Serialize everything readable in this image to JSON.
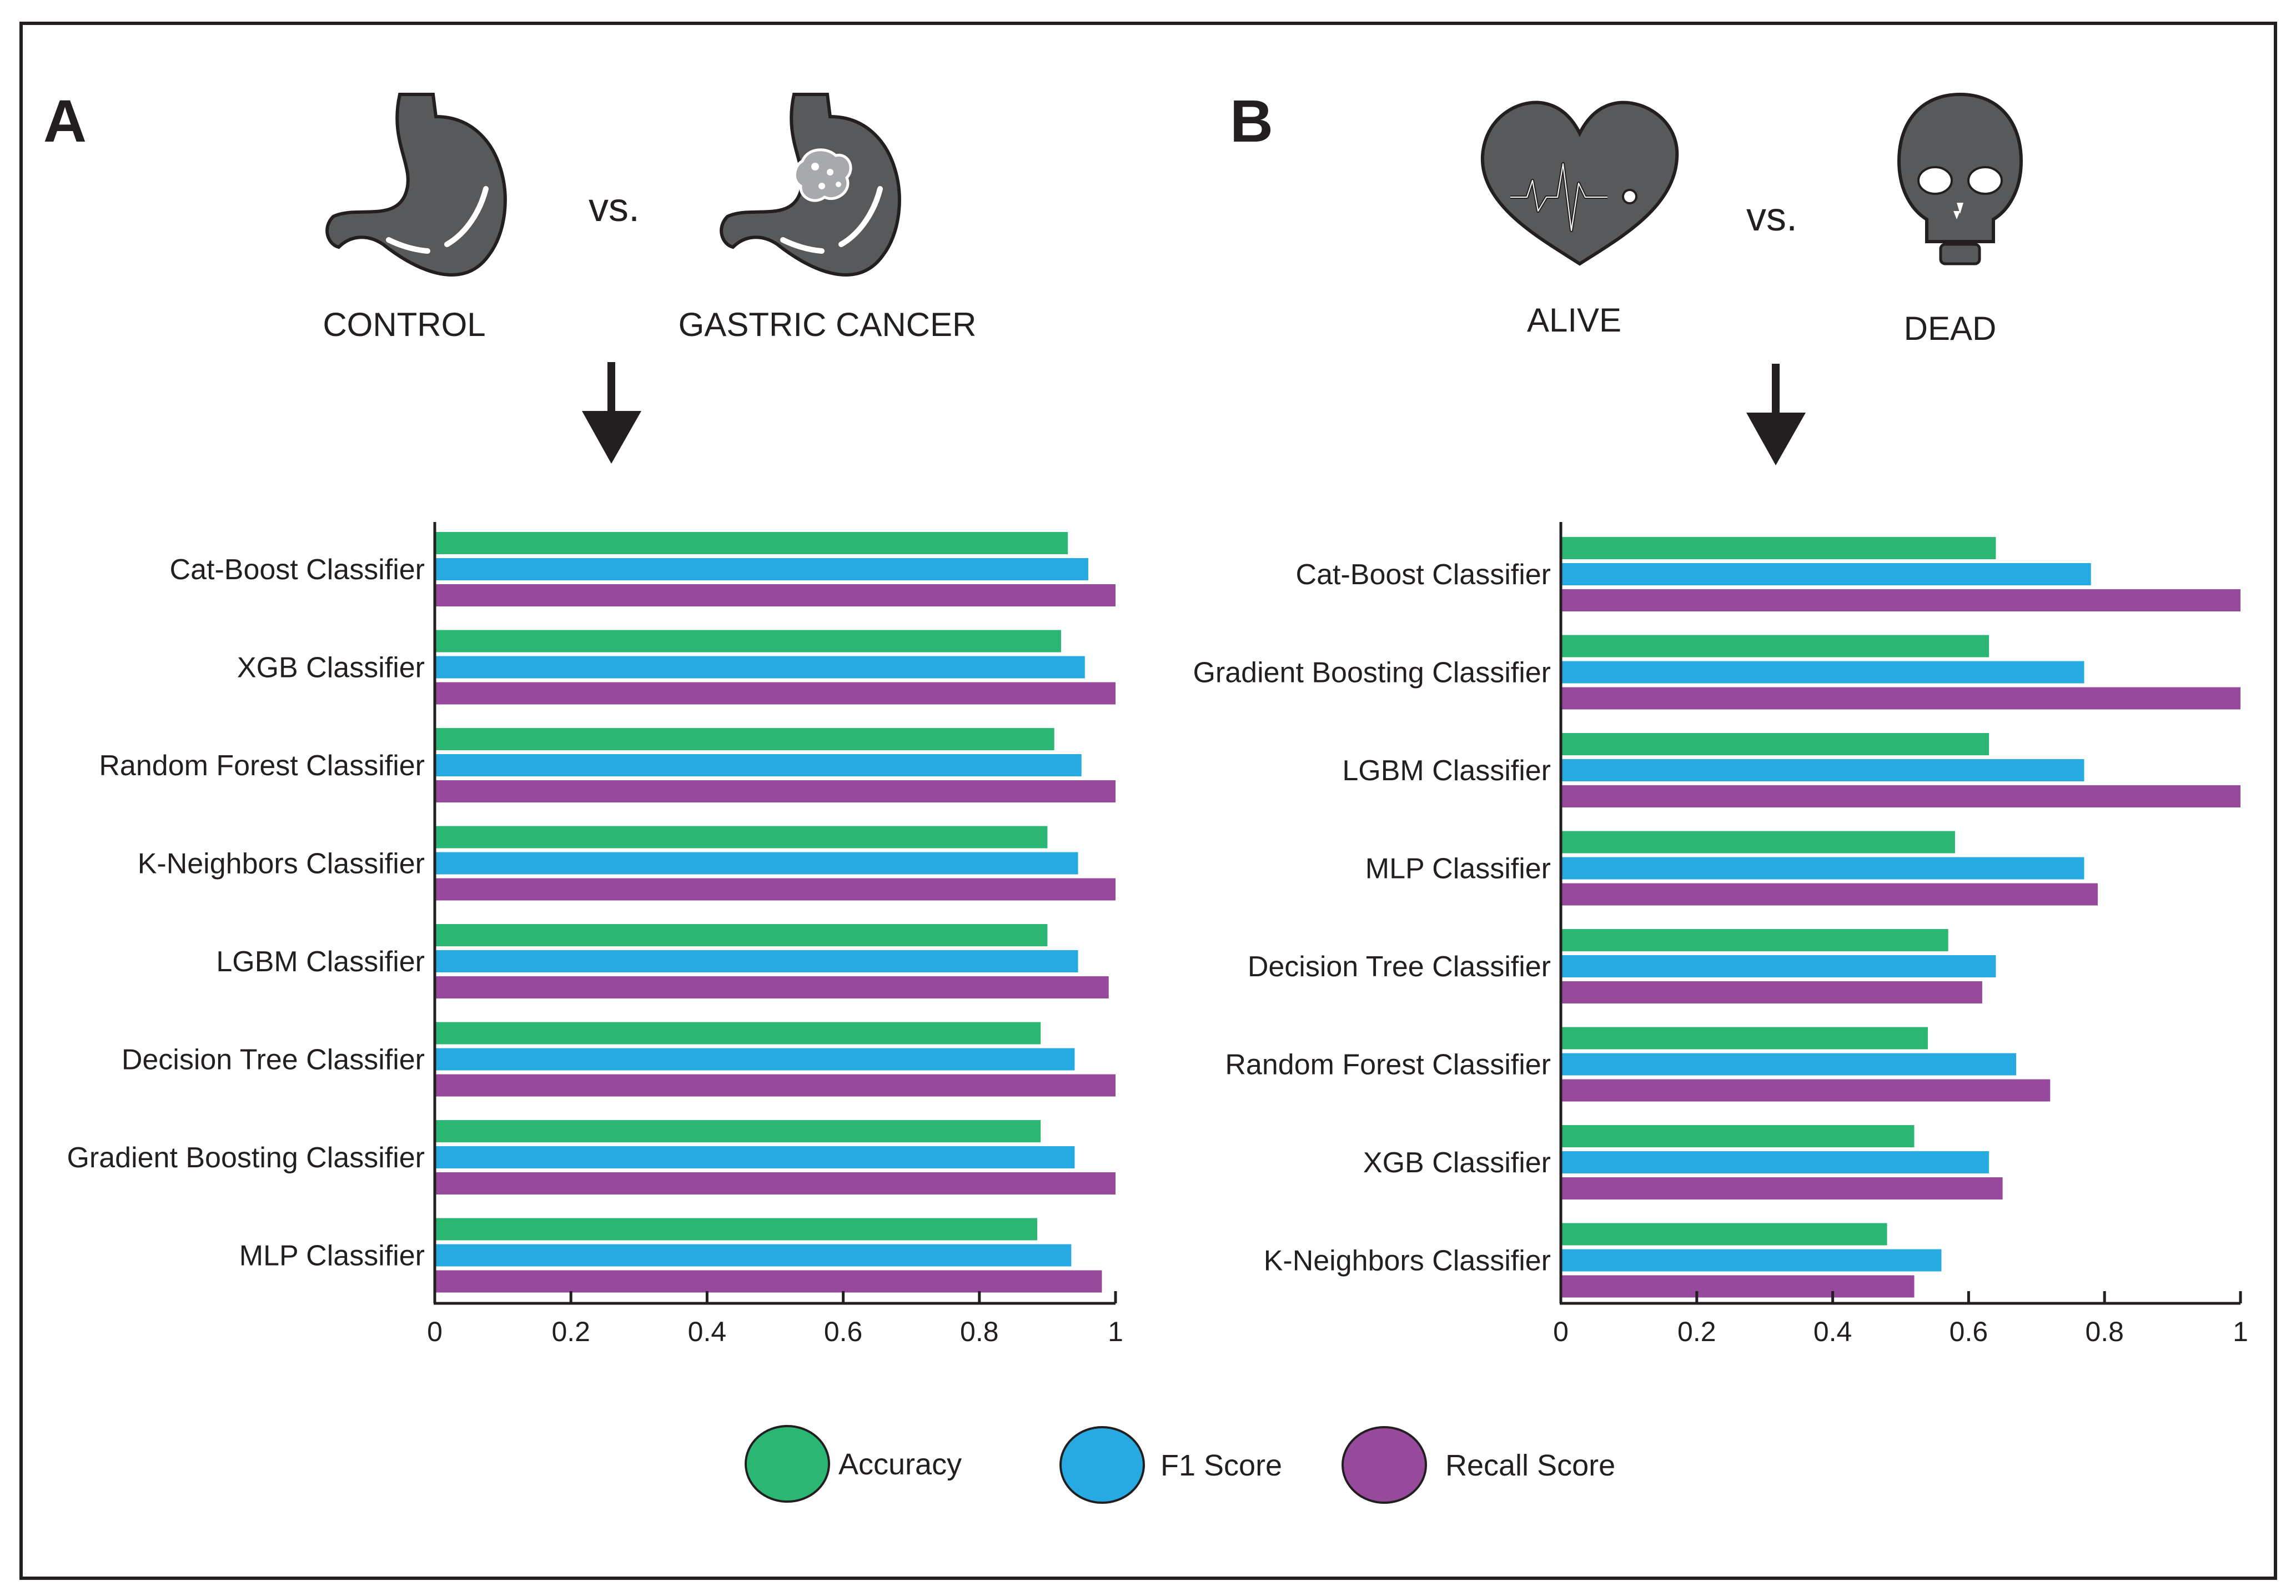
{
  "panels": [
    {
      "letter": "A",
      "group_a": "CONTROL",
      "vs": "vs.",
      "group_b": "GASTRIC CANCER",
      "icon_a": "stomach-icon",
      "icon_b": "stomach-tumor-icon"
    },
    {
      "letter": "B",
      "group_a": "ALIVE",
      "vs": "vs.",
      "group_b": "DEAD",
      "icon_a": "heart-pulse-icon",
      "icon_b": "skull-icon"
    }
  ],
  "legend": [
    {
      "label": "Accuracy",
      "color": "#2bb673"
    },
    {
      "label": "F1 Score",
      "color": "#27aae1"
    },
    {
      "label": "Recall Score",
      "color": "#974a9c"
    }
  ],
  "chart_data": [
    {
      "type": "bar",
      "orientation": "horizontal",
      "categories": [
        "Cat-Boost Classifier",
        "XGB Classifier",
        "Random Forest Classifier",
        "K-Neighbors Classifier",
        "LGBM Classifier",
        "Decision Tree Classifier",
        "Gradient Boosting Classifier",
        "MLP Classifier"
      ],
      "series": [
        {
          "name": "Accuracy",
          "color": "#2bb673",
          "values": [
            0.93,
            0.92,
            0.91,
            0.9,
            0.9,
            0.89,
            0.89,
            0.885
          ]
        },
        {
          "name": "F1 Score",
          "color": "#27aae1",
          "values": [
            0.96,
            0.955,
            0.95,
            0.945,
            0.945,
            0.94,
            0.94,
            0.935
          ]
        },
        {
          "name": "Recall Score",
          "color": "#974a9c",
          "values": [
            1.0,
            1.0,
            1.0,
            1.0,
            0.99,
            1.0,
            1.0,
            0.98
          ]
        }
      ],
      "xlim": [
        0,
        1
      ],
      "xticks": [
        "0",
        "0.2",
        "0.4",
        "0.6",
        "0.8",
        "1"
      ],
      "grid": false
    },
    {
      "type": "bar",
      "orientation": "horizontal",
      "categories": [
        "Cat-Boost Classifier",
        "Gradient Boosting Classifier",
        "LGBM Classifier",
        "MLP Classifier",
        "Decision Tree Classifier",
        "Random Forest Classifier",
        "XGB Classifier",
        "K-Neighbors Classifier"
      ],
      "series": [
        {
          "name": "Accuracy",
          "color": "#2bb673",
          "values": [
            0.64,
            0.63,
            0.63,
            0.58,
            0.57,
            0.54,
            0.52,
            0.48
          ]
        },
        {
          "name": "F1 Score",
          "color": "#27aae1",
          "values": [
            0.78,
            0.77,
            0.77,
            0.77,
            0.64,
            0.67,
            0.63,
            0.56
          ]
        },
        {
          "name": "Recall Score",
          "color": "#974a9c",
          "values": [
            1.0,
            1.0,
            1.0,
            0.79,
            0.62,
            0.72,
            0.65,
            0.52
          ]
        }
      ],
      "xlim": [
        0,
        1
      ],
      "xticks": [
        "0",
        "0.2",
        "0.4",
        "0.6",
        "0.8",
        "1"
      ],
      "grid": false
    }
  ]
}
